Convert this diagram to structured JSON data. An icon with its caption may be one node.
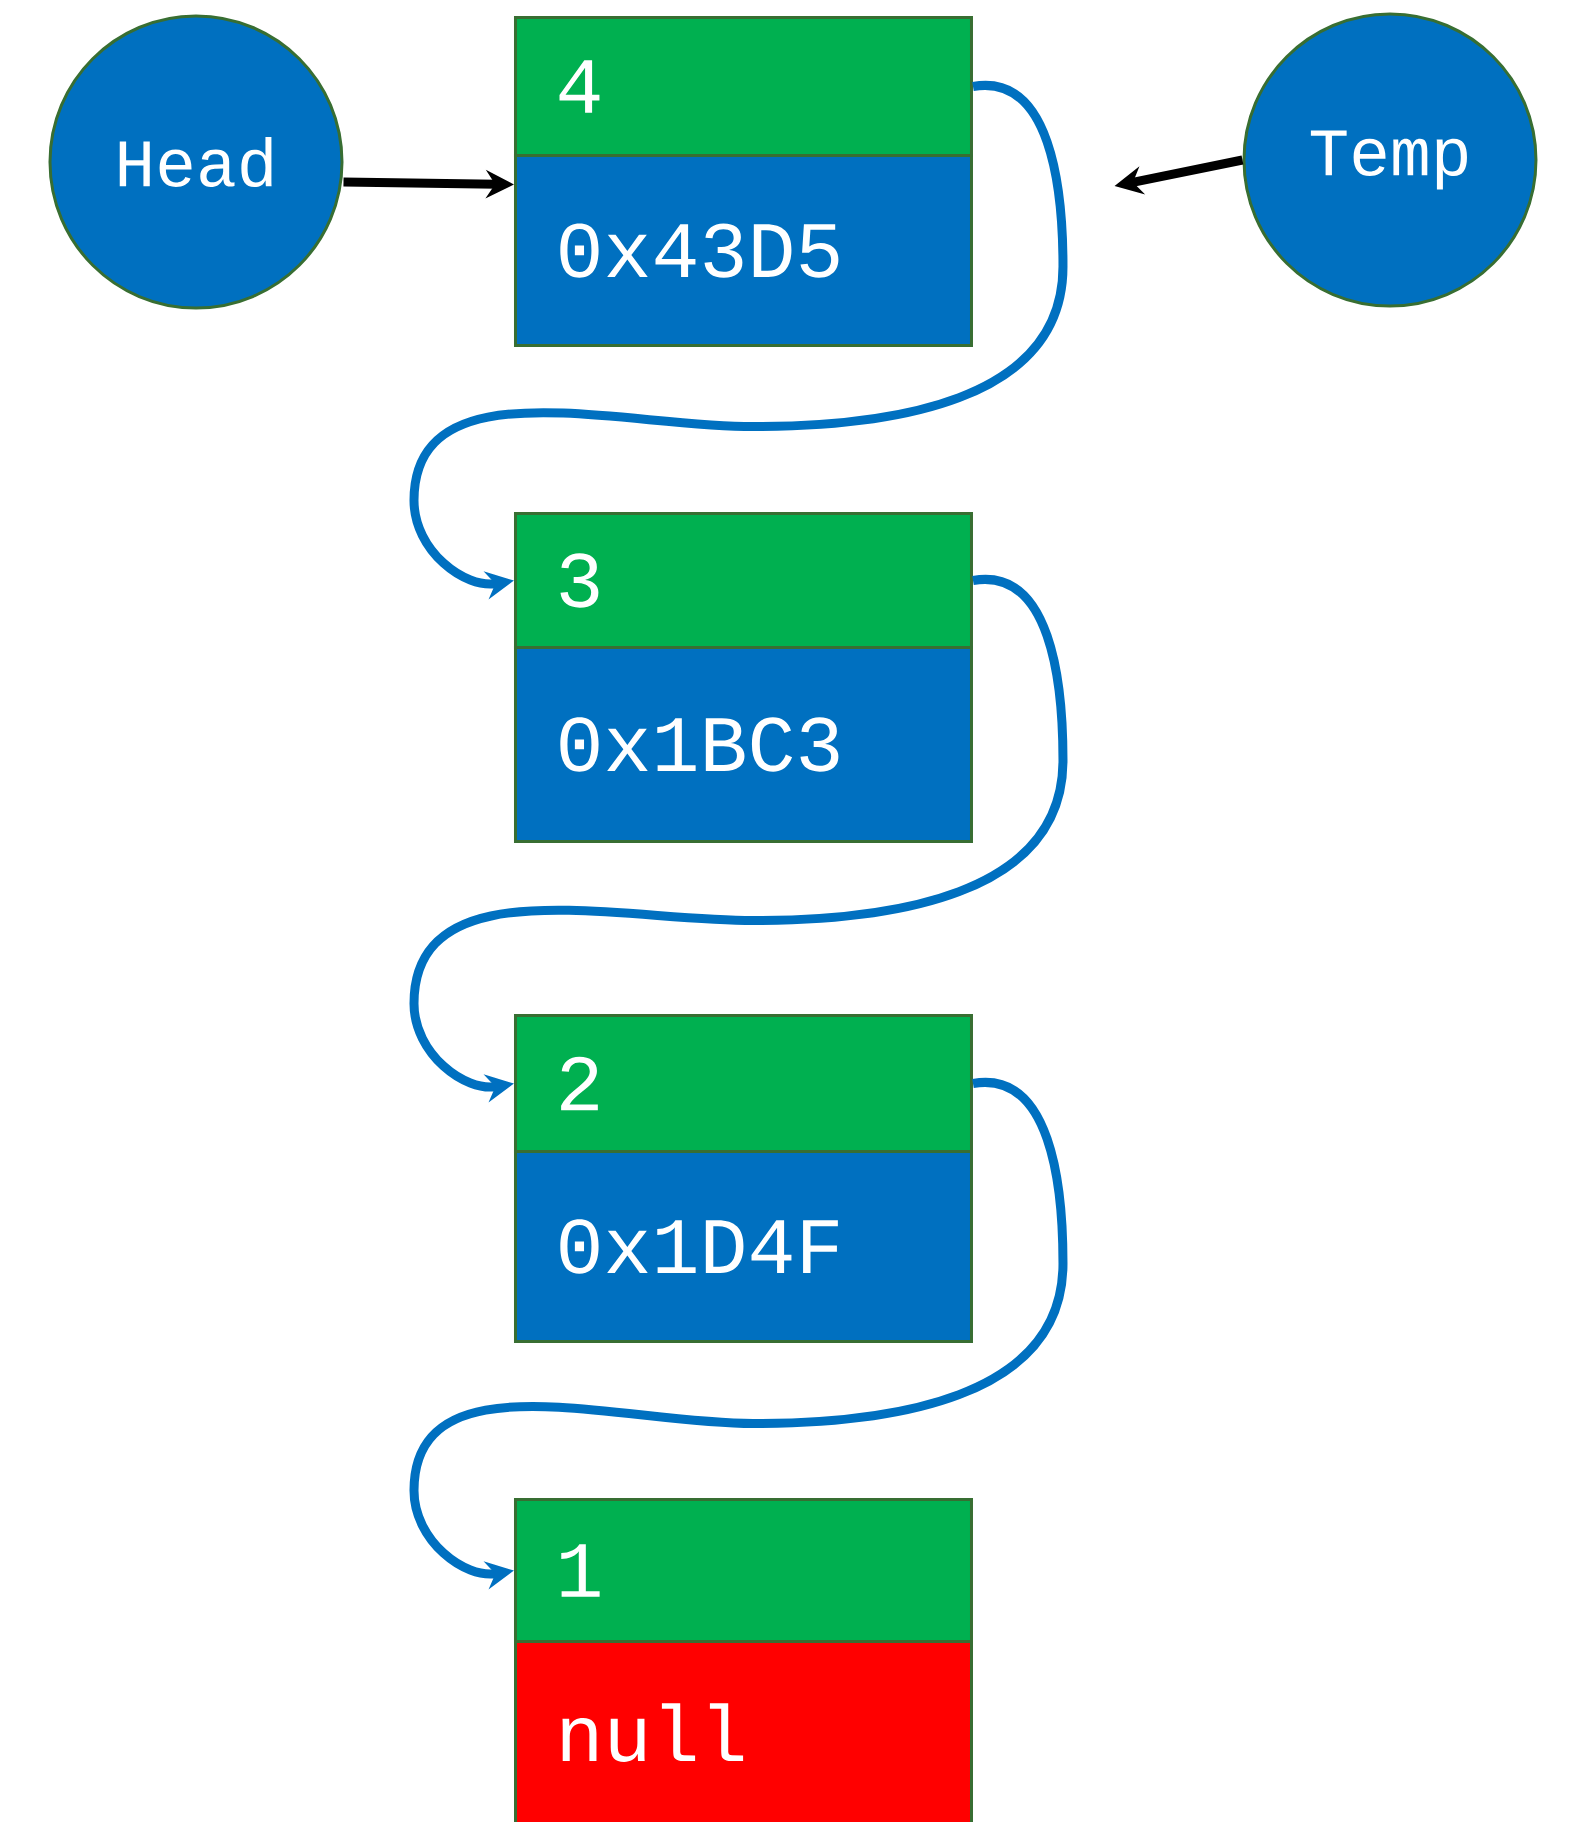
{
  "diagram": {
    "nodes": [
      {
        "text": [
          "Head"
        ]
      },
      {
        "text": [
          "Temp"
        ]
      },
      {
        "text": [
          "4"
        ]
      },
      {
        "text": [
          "0x43D5"
        ]
      },
      {
        "text": [
          "3"
        ]
      },
      {
        "text": [
          "0x1BC3"
        ]
      },
      {
        "text": [
          "2"
        ]
      },
      {
        "text": [
          "0x1D4F"
        ]
      },
      {
        "text": [
          "1"
        ]
      },
      {
        "text": [
          "null"
        ]
      }
    ],
    "edges": [
      {
        "from": 0,
        "to": 3,
        "arrow": "to",
        "color": "#000000"
      },
      {
        "from": 1,
        "to": null,
        "arrow": "to",
        "color": "#000000"
      },
      {
        "from": 2,
        "to": 4,
        "arrow": "to"
      },
      {
        "from": 4,
        "to": 6,
        "arrow": "to"
      },
      {
        "from": 6,
        "to": 8,
        "arrow": "to"
      }
    ]
  }
}
